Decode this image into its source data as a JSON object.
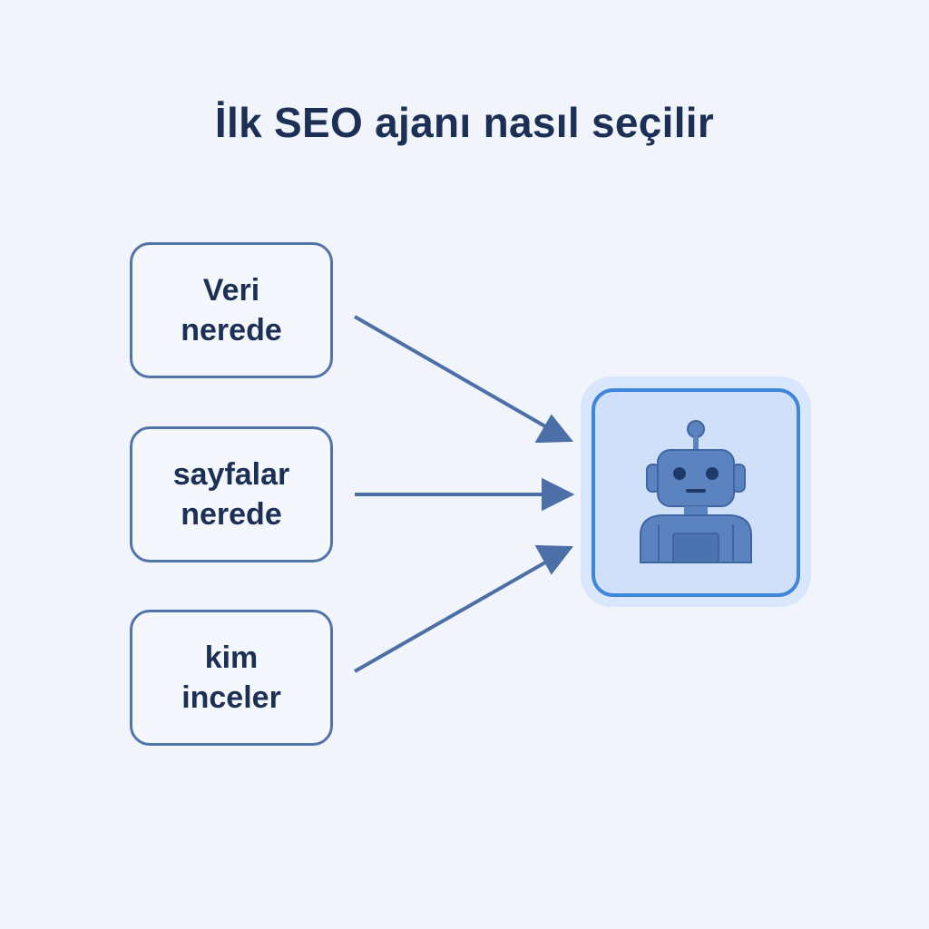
{
  "title": "İlk SEO ajanı nasıl seçilir",
  "inputs": [
    {
      "label": "Veri\nnerede"
    },
    {
      "label": "sayfalar\nnerede"
    },
    {
      "label": "kim\ninceler"
    }
  ],
  "agent": {
    "icon": "robot-icon"
  },
  "colors": {
    "background": "#f1f5fb",
    "title_text": "#1c2f55",
    "box_border": "#5274a8",
    "arrow": "#4b6fa6",
    "agent_border": "#3f86db",
    "agent_fill": "#cfe0f8",
    "robot": "#5a83c0"
  }
}
